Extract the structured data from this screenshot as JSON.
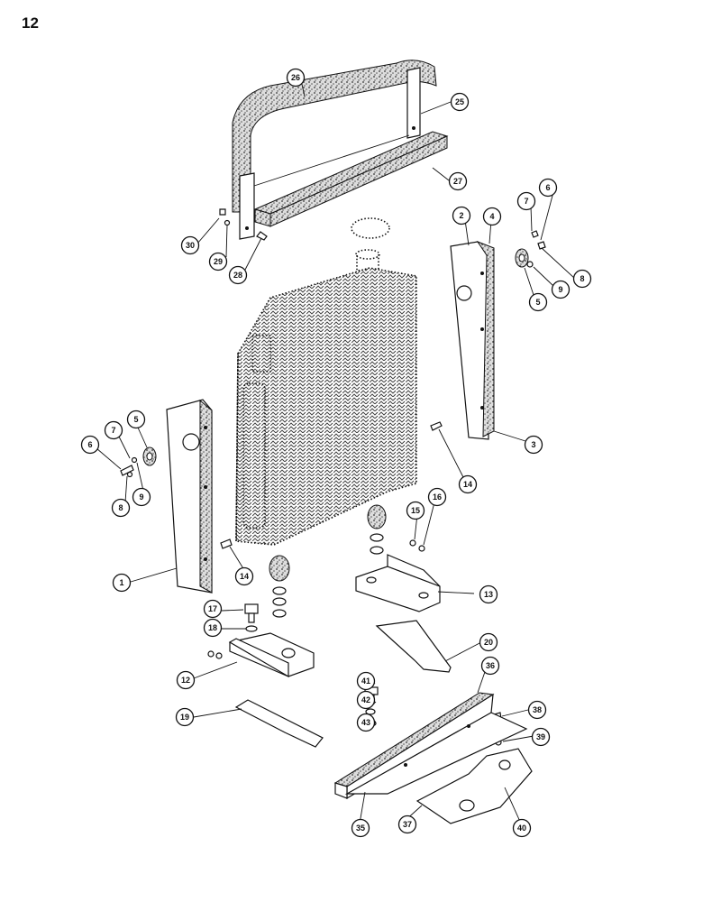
{
  "page_number": "12",
  "callouts": [
    {
      "id": "c26",
      "text": "26"
    },
    {
      "id": "c25",
      "text": "25"
    },
    {
      "id": "c27",
      "text": "27"
    },
    {
      "id": "c30",
      "text": "30"
    },
    {
      "id": "c29",
      "text": "29"
    },
    {
      "id": "c28",
      "text": "28"
    },
    {
      "id": "c2",
      "text": "2"
    },
    {
      "id": "c4",
      "text": "4"
    },
    {
      "id": "c7r",
      "text": "7"
    },
    {
      "id": "c6r",
      "text": "6"
    },
    {
      "id": "c8r",
      "text": "8"
    },
    {
      "id": "c9r",
      "text": "9"
    },
    {
      "id": "c5r",
      "text": "5"
    },
    {
      "id": "c3",
      "text": "3"
    },
    {
      "id": "c14r",
      "text": "14"
    },
    {
      "id": "c5l",
      "text": "5"
    },
    {
      "id": "c7l",
      "text": "7"
    },
    {
      "id": "c6l",
      "text": "6"
    },
    {
      "id": "c8l",
      "text": "8"
    },
    {
      "id": "c9l",
      "text": "9"
    },
    {
      "id": "c15",
      "text": "15"
    },
    {
      "id": "c16",
      "text": "16"
    },
    {
      "id": "c1",
      "text": "1"
    },
    {
      "id": "c14l",
      "text": "14"
    },
    {
      "id": "c13",
      "text": "13"
    },
    {
      "id": "c17",
      "text": "17"
    },
    {
      "id": "c18",
      "text": "18"
    },
    {
      "id": "c20",
      "text": "20"
    },
    {
      "id": "c12",
      "text": "12"
    },
    {
      "id": "c41",
      "text": "41"
    },
    {
      "id": "c36",
      "text": "36"
    },
    {
      "id": "c42",
      "text": "42"
    },
    {
      "id": "c43",
      "text": "43"
    },
    {
      "id": "c19",
      "text": "19"
    },
    {
      "id": "c38",
      "text": "38"
    },
    {
      "id": "c39",
      "text": "39"
    },
    {
      "id": "c35",
      "text": "35"
    },
    {
      "id": "c37",
      "text": "37"
    },
    {
      "id": "c40",
      "text": "40"
    }
  ]
}
